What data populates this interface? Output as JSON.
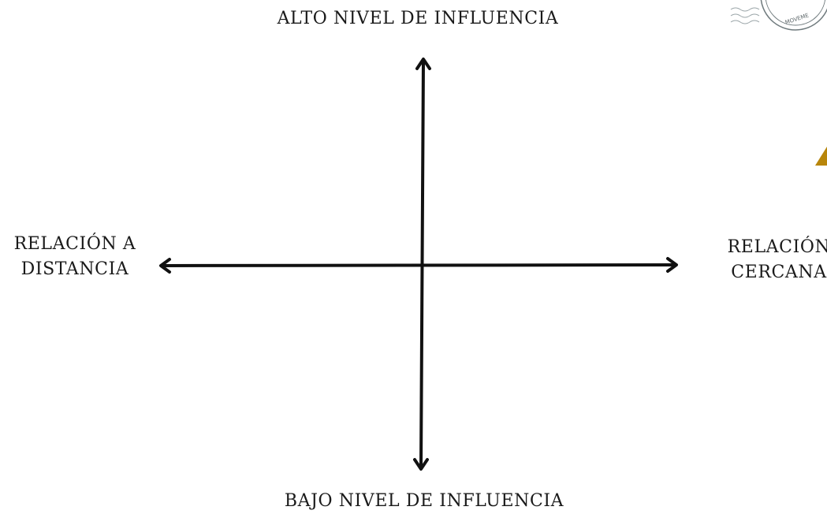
{
  "diagram": {
    "top_label": "ALTO NIVEL DE INFLUENCIA",
    "bottom_label": "BAJO NIVEL DE INFLUENCIA",
    "left_label": [
      "RELACIÓN A",
      "DISTANCIA"
    ],
    "right_label": [
      "RELACIÓN",
      "CERCANA"
    ]
  },
  "stamp": {
    "text": "MOVEME",
    "icon": "postmark-stamp-icon"
  },
  "decoration": {
    "icon": "gold-triangle-icon",
    "color": "#b8860b"
  },
  "colors": {
    "axis": "#111111",
    "text": "#1a1a1a",
    "background": "#ffffff"
  }
}
